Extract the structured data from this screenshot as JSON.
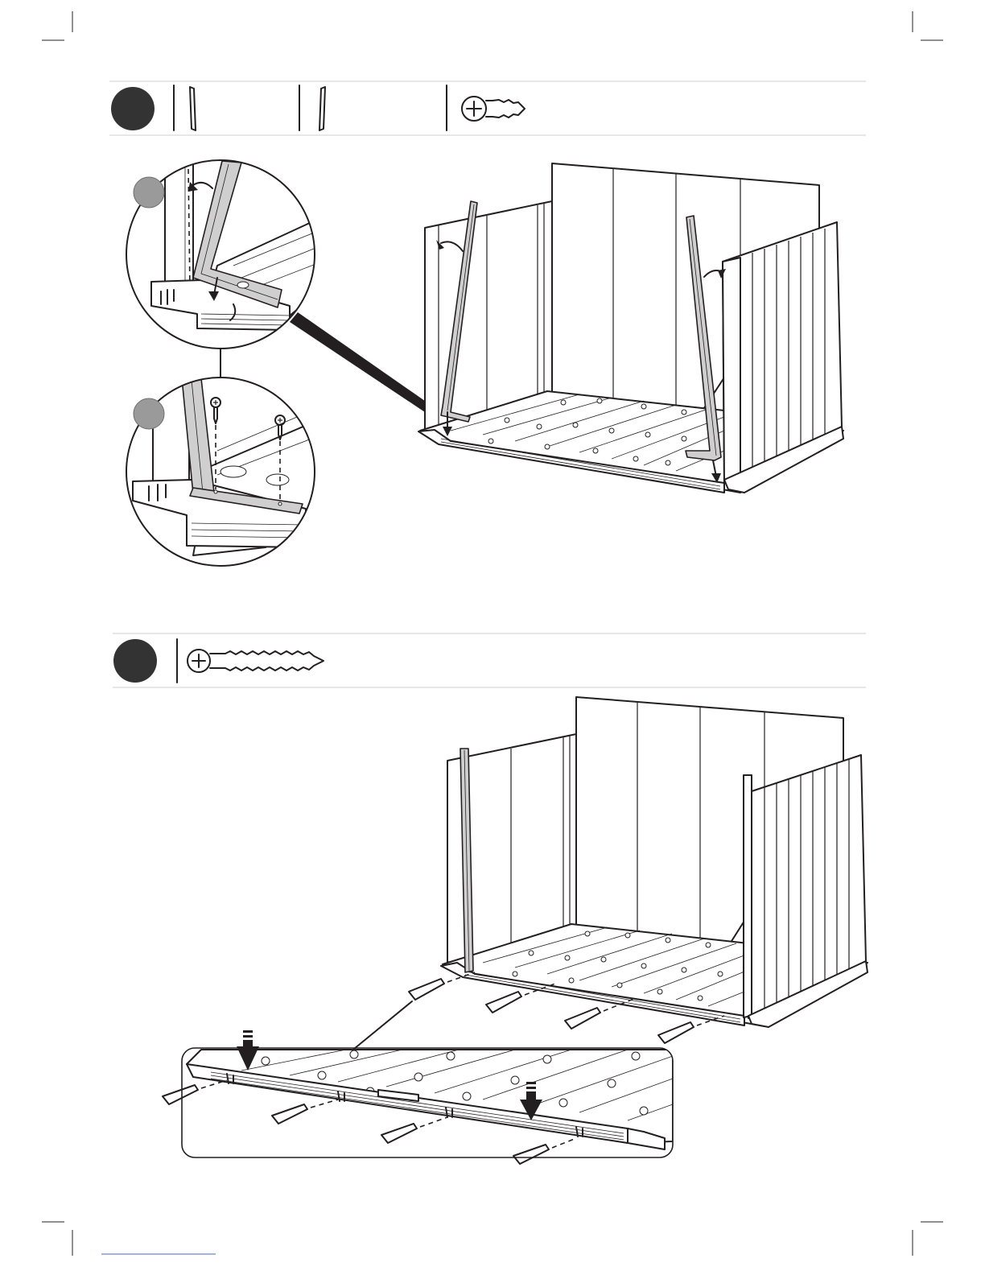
{
  "page": {
    "kind": "assembly-instructions",
    "colors": {
      "ink": "#231f20",
      "step_bullet": "#333333",
      "callout_marker": "#9a9a9a",
      "post_fill": "#cfcfcf",
      "rule": "#cfcfcf"
    }
  },
  "steps": [
    {
      "id": "step-a",
      "number_label": "",
      "parts": [
        {
          "name": "corner-post-left",
          "icon": "l-profile-icon"
        },
        {
          "name": "corner-post-right",
          "icon": "l-profile-icon"
        },
        {
          "name": "short-screw",
          "icon": "phillips-screw-icon"
        }
      ],
      "details": [
        {
          "id": "detail-1",
          "marker_label": "",
          "icon": "insert-post-detail"
        },
        {
          "id": "detail-2",
          "marker_label": "",
          "icon": "screw-post-detail"
        }
      ]
    },
    {
      "id": "step-b",
      "number_label": "",
      "parts": [
        {
          "name": "long-screw",
          "icon": "phillips-long-screw-icon"
        }
      ],
      "details": [
        {
          "id": "floor-front-edge",
          "icon": "floor-edge-screw-detail"
        }
      ]
    }
  ]
}
